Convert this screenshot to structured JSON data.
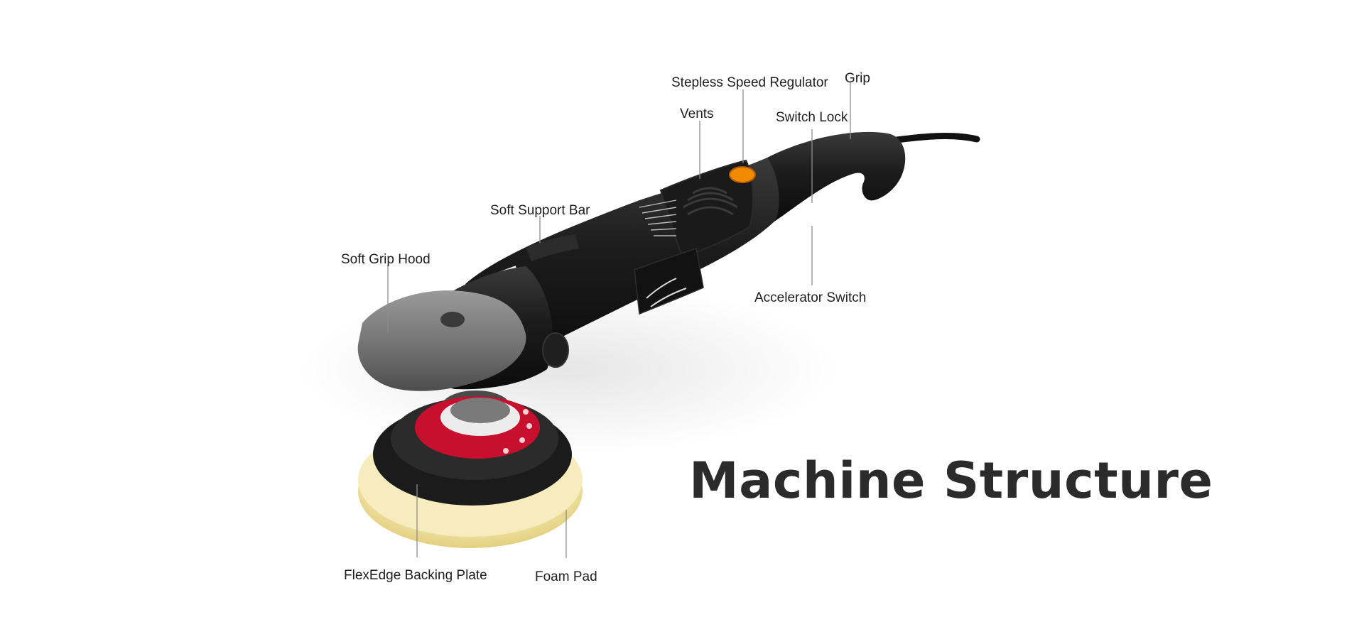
{
  "diagram": {
    "title": "Machine Structure",
    "labels": {
      "stepless_speed_regulator": "Stepless Speed Regulator",
      "grip": "Grip",
      "vents": "Vents",
      "switch_lock": "Switch Lock",
      "soft_support_bar": "Soft Support Bar",
      "soft_grip_hood": "Soft Grip Hood",
      "accelerator_switch": "Accelerator Switch",
      "flexedge_backing_plate": "FlexEdge Backing Plate",
      "foam_pad": "Foam Pad"
    },
    "colors": {
      "body": "#1c1c1c",
      "hood": "#6f6f6f",
      "plate_ring": "#c8102e",
      "pad": "#f1e5a8",
      "regulator": "#f08a00",
      "leader_line": "#8c8c8c"
    }
  }
}
